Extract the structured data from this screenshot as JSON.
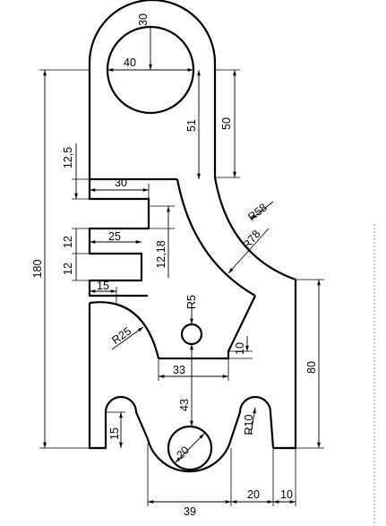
{
  "drawing": {
    "dimensions": {
      "overall_height": "180",
      "upper_tab_height": "12,5",
      "slot_left_height": "12",
      "slot_gap_height": "12",
      "top_hole_radius": "30",
      "top_hole_diameter": "40",
      "upper_inner_height": "51",
      "upper_outer_height": "50",
      "slot_top_width": "30",
      "slot_middle_width": "25",
      "slot_right_height": "12,18",
      "lower_tab_width": "15",
      "outer_arc_radius": "R58",
      "inner_arc_radius": "R78",
      "small_hole_radius": "R5",
      "left_arc_radius": "R25",
      "bottom_notch_height": "10",
      "bottom_notch_width": "33",
      "hole_offset": "43",
      "right_side_height": "80",
      "bottom_hole_diameter": "20",
      "left_foot_height": "15",
      "right_foot_radius": "R10",
      "bottom_width_left": "39",
      "bottom_width_mid": "20",
      "bottom_width_right": "10"
    }
  }
}
